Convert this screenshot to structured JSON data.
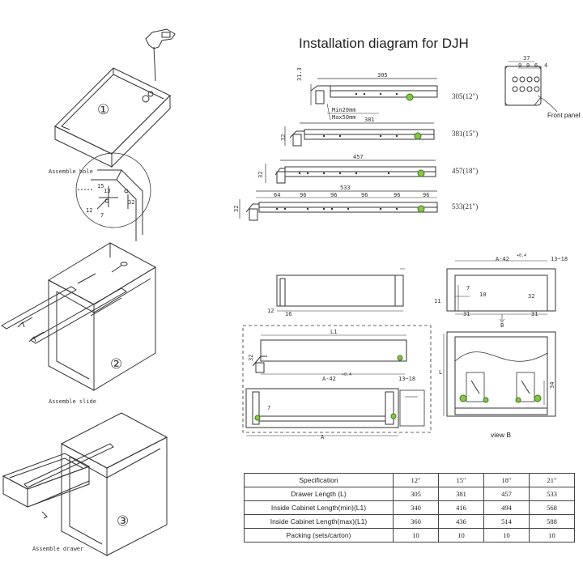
{
  "title": "Installation diagram for DJH",
  "steps": {
    "step1_label": "Assemble hole",
    "step2_label": "Assemble slide",
    "step3_label": "Assemble drawer",
    "step1_num": "①",
    "step2_num": "②",
    "step3_num": "③"
  },
  "detail_dims": [
    "15",
    "13",
    "32",
    "12",
    "7"
  ],
  "slides": [
    {
      "length": "305",
      "label": "305(12″)",
      "height": "31.3"
    },
    {
      "length": "381",
      "label": "381(15″)",
      "height": "32"
    },
    {
      "length": "457",
      "label": "457(18″)",
      "height": "32"
    },
    {
      "length": "533",
      "label": "533(21″)",
      "height": "32"
    }
  ],
  "slide_notes": [
    "Min20mm",
    "Max50mm"
  ],
  "hole_spacing": [
    "64",
    "96",
    "96",
    "96",
    "96",
    "96"
  ],
  "front_panel": {
    "label": "Front panel",
    "dims": [
      "37",
      "9",
      "9",
      "6",
      "4"
    ]
  },
  "section_dims": {
    "side_a": "A-42",
    "tol": "+0.4",
    "gap": "13~18",
    "d12": "12",
    "d16": "16",
    "d7": "7",
    "d11": "11",
    "d10": "10",
    "d31": "31",
    "d32": "32",
    "d34": "34",
    "L1": "L1",
    "L": "L",
    "A": "A",
    "B": "B"
  },
  "view_b_label": "view B",
  "table": {
    "headers": [
      "Specification",
      "Drawer Length (L)",
      "Inside Cabinet Length(min)(L1)",
      "Inside Cabinet Length(max)(L1)",
      "Packing (sets/carton)"
    ],
    "sizes": [
      "12″",
      "15″",
      "18″",
      "21″"
    ],
    "rows": [
      [
        "305",
        "381",
        "457",
        "533"
      ],
      [
        "340",
        "416",
        "494",
        "568"
      ],
      [
        "360",
        "436",
        "514",
        "588"
      ],
      [
        "10",
        "10",
        "10",
        "10"
      ]
    ]
  }
}
